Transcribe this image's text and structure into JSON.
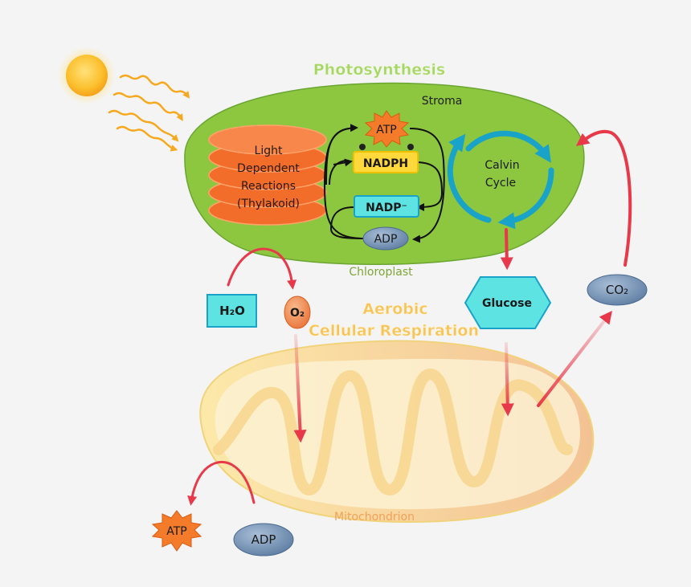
{
  "diagram": {
    "title_photosynthesis": "Photosynthesis",
    "title_aerobic_line1": "Aerobic",
    "title_aerobic_line2": "Cellular Respiration",
    "stroma": "Stroma",
    "chloroplast": "Chloroplast",
    "mitochondrion": "Mitochondrion",
    "thylakoid_line1": "Light",
    "thylakoid_line2": "Dependent",
    "thylakoid_line3": "Reactions",
    "thylakoid_line4": "(Thylakoid)",
    "calvin_line1": "Calvin",
    "calvin_line2": "Cycle",
    "atp_top": "ATP",
    "nadph": "NADPH",
    "nadp": "NADP⁻",
    "adp_top": "ADP",
    "h2o": "H₂O",
    "o2": "O₂",
    "glucose": "Glucose",
    "co2": "CO₂",
    "atp_bottom": "ATP",
    "adp_bottom": "ADP"
  },
  "colors": {
    "background": "#f4f4f4",
    "chloroplast_fill": "#8dc63f",
    "thylakoid": "#f26c2a",
    "calvin_arrow": "#1aa3c8",
    "reaction_arrow": "#e8394a",
    "photosynthesis_title": "#a6d664",
    "respiration_title": "#f7c45a",
    "cyan_box": "#5ee3e3",
    "nadph_box": "#ffd93b",
    "adp_ellipse": "#7d97b6",
    "mitochondrion_fill": "#fbe6a2"
  }
}
